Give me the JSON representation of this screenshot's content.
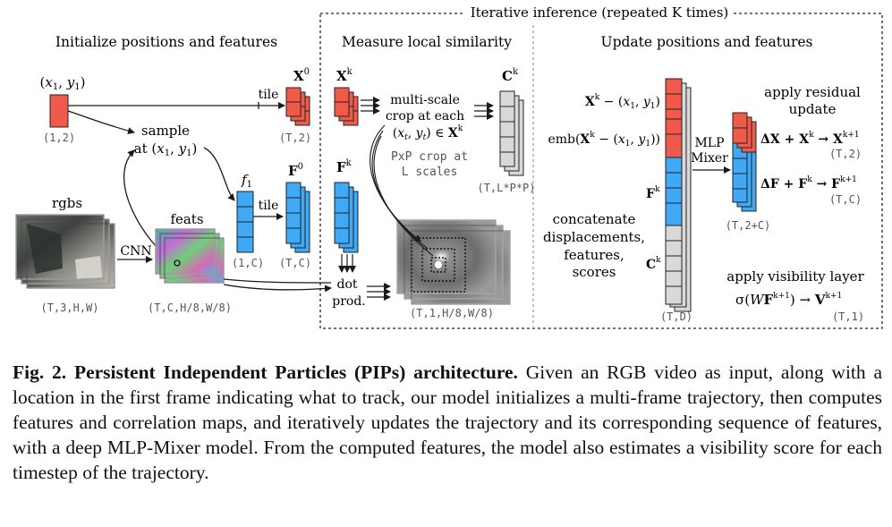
{
  "colors": {
    "red": "#f05a4b",
    "blue": "#3fa9f5",
    "gray": "#d9d9d9",
    "line": "#1a1a1a",
    "dim_text": "#555555"
  },
  "panel": {
    "iterative_title": "Iterative inference (repeated K times)"
  },
  "init": {
    "title": "Initialize positions and features",
    "point_label": "(x",
    "point_label_full": "(x1, y1)",
    "point_dim": "(1,2)",
    "sample_label_1": "sample",
    "sample_label_2": "at (x1, y1)",
    "tile_1": "tile",
    "tile_2": "tile",
    "X0_label": "X0",
    "X0_dim": "(T,2)",
    "f1_label": "f1",
    "f1_dim": "(1,C)",
    "F0_label": "F0",
    "F0_dim": "(T,C)",
    "rgbs_label": "rgbs",
    "rgbs_dim": "(T,3,H,W)",
    "cnn_label": "CNN",
    "feats_label": "feats",
    "feats_dim": "(T,C,H/8,W/8)"
  },
  "measure": {
    "title": "Measure local similarity",
    "Xk_label": "Xk",
    "crop_1": "multi-scale",
    "crop_2": "crop at each",
    "crop_3": "(xt, yt) ∈ Xk",
    "pxp_1": "PxP crop at",
    "pxp_2": "L scales",
    "Ck_label": "Ck",
    "Ck_dim": "(T,L*P*P)",
    "Fk_label": "Fk",
    "dot_1": "dot",
    "dot_2": "prod.",
    "corr_dim": "(T,1,H/8,W/8)"
  },
  "update": {
    "title": "Update positions and features",
    "row_1": "Xk − (x1, y1)",
    "row_2": "emb(Xk − (x1, y1))",
    "row_3": "Fk",
    "row_4": "Ck",
    "concat_1": "concatenate",
    "concat_2": "displacements,",
    "concat_3": "features,",
    "concat_4": "scores",
    "stack_dim": "(T,D)",
    "mlp_1": "MLP",
    "mlp_2": "Mixer",
    "out_dim": "(T,2+C)",
    "residual_1": "apply residual",
    "residual_2": "update",
    "eq_x": "ΔX + Xk → Xk+1",
    "eq_x_dim": "(T,2)",
    "eq_f": "ΔF + Fk → Fk+1",
    "eq_f_dim": "(T,C)",
    "vis_title": "apply visibility layer",
    "eq_v": "σ(WFk+1) → Vk+1",
    "eq_v_dim": "(T,1)"
  },
  "caption": {
    "bold": "Fig. 2. Persistent Independent Particles (PIPs) architecture.",
    "text": " Given an RGB video as input, along with a location in the first frame indicating what to track, our model initializes a multi-frame trajectory, then computes features and correlation maps, and iteratively updates the trajectory and its corresponding sequence of features, with a deep MLP-Mixer model. From the computed features, the model also estimates a visibility score for each timestep of the trajectory."
  }
}
